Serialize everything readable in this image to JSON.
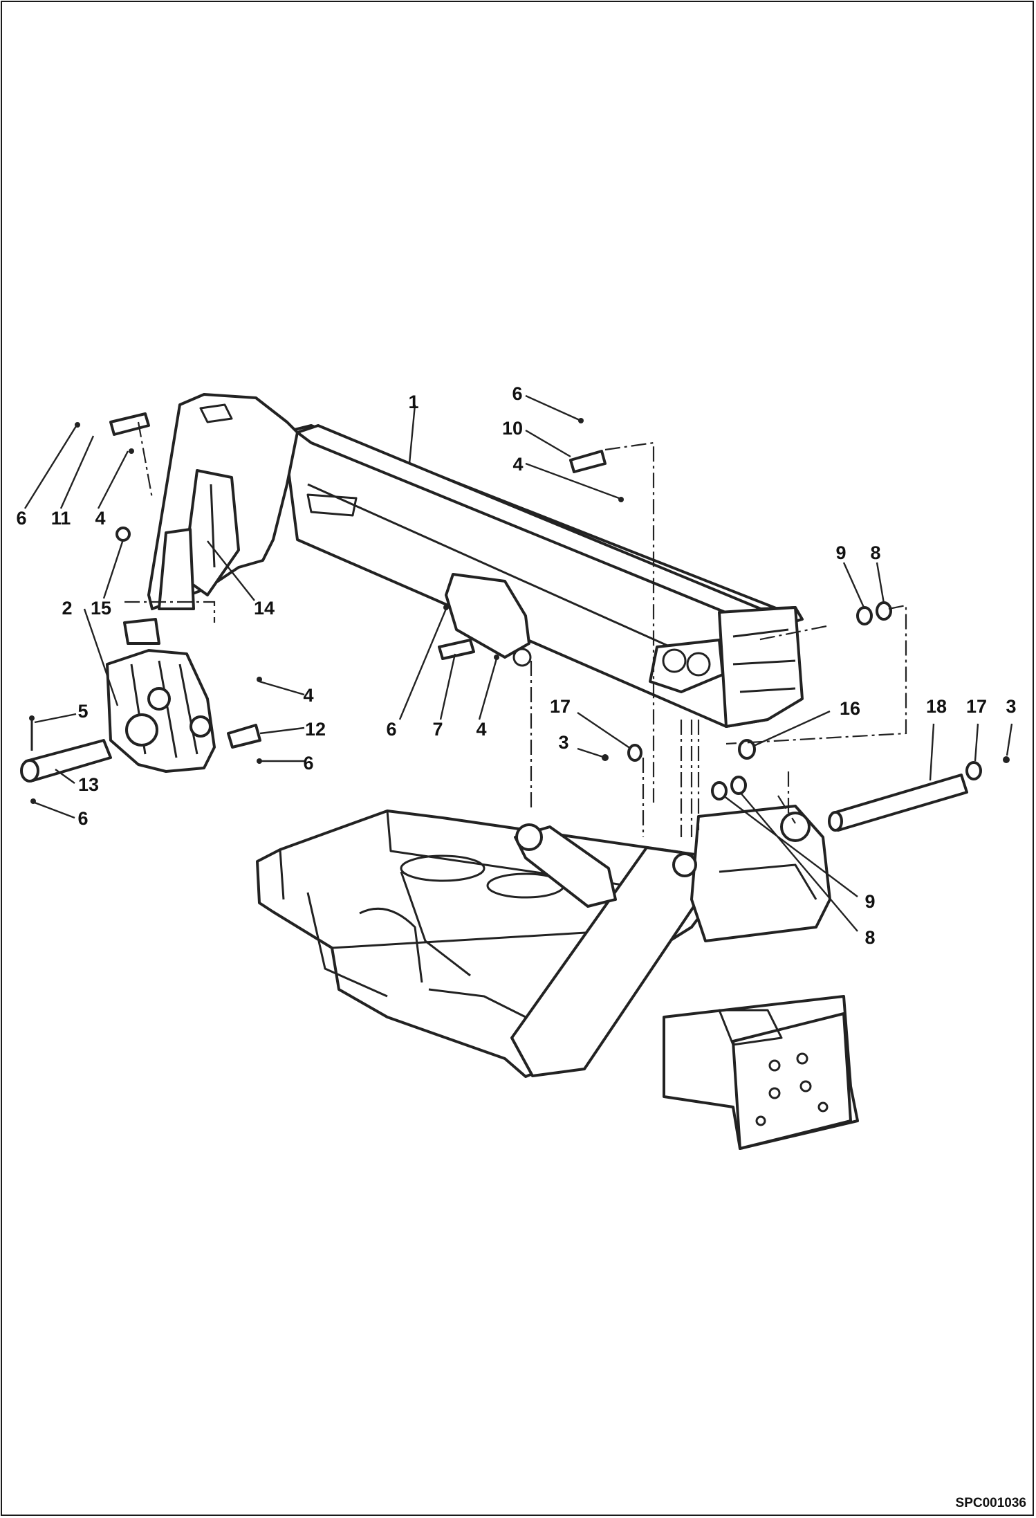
{
  "callouts": [
    {
      "id": "c1",
      "text": "1"
    },
    {
      "id": "c2",
      "text": "2"
    },
    {
      "id": "c3a",
      "text": "3"
    },
    {
      "id": "c3b",
      "text": "3"
    },
    {
      "id": "c4a",
      "text": "4"
    },
    {
      "id": "c4b",
      "text": "4"
    },
    {
      "id": "c4c",
      "text": "4"
    },
    {
      "id": "c4d",
      "text": "4"
    },
    {
      "id": "c5",
      "text": "5"
    },
    {
      "id": "c6a",
      "text": "6"
    },
    {
      "id": "c6b",
      "text": "6"
    },
    {
      "id": "c6c",
      "text": "6"
    },
    {
      "id": "c6d",
      "text": "6"
    },
    {
      "id": "c6e",
      "text": "6"
    },
    {
      "id": "c7",
      "text": "7"
    },
    {
      "id": "c8a",
      "text": "8"
    },
    {
      "id": "c8b",
      "text": "8"
    },
    {
      "id": "c9a",
      "text": "9"
    },
    {
      "id": "c9b",
      "text": "9"
    },
    {
      "id": "c10",
      "text": "10"
    },
    {
      "id": "c11",
      "text": "11"
    },
    {
      "id": "c12",
      "text": "12"
    },
    {
      "id": "c13",
      "text": "13"
    },
    {
      "id": "c14",
      "text": "14"
    },
    {
      "id": "c15",
      "text": "15"
    },
    {
      "id": "c16",
      "text": "16"
    },
    {
      "id": "c17a",
      "text": "17"
    },
    {
      "id": "c17b",
      "text": "17"
    },
    {
      "id": "c18",
      "text": "18"
    }
  ],
  "sheet_code": "SPC001036"
}
